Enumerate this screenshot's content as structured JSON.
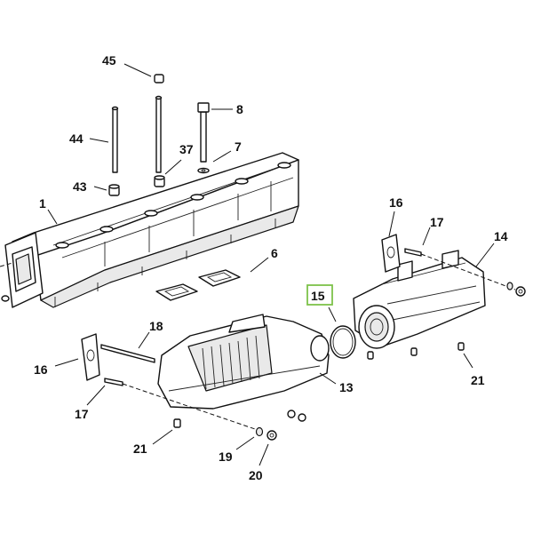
{
  "callouts": [
    "45",
    "8",
    "44",
    "37",
    "7",
    "43",
    "1",
    "6",
    "16",
    "17",
    "14",
    "15",
    "18",
    "13",
    "16",
    "17",
    "21",
    "21",
    "19",
    "20"
  ],
  "highlighted_callout": "15",
  "highlight_color": "#7ec24a",
  "line_color": "#111111"
}
